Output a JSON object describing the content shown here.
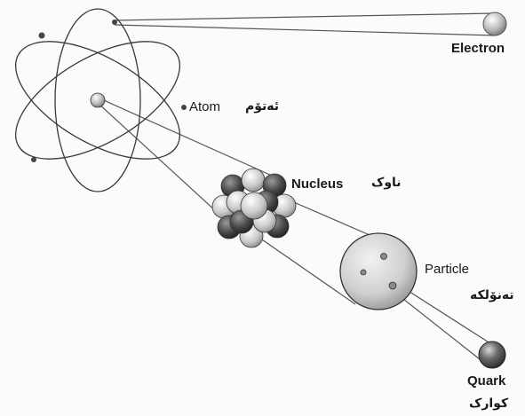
{
  "labels": {
    "electron_en": "Electron",
    "atom_en": "Atom",
    "atom_ku": "ئەتۆم",
    "nucleus_en": "Nucleus",
    "nucleus_ku": "ناوک",
    "particle_en": "Particle",
    "particle_ku": "تەنۆلکە",
    "quark_en": "Quark",
    "quark_ku": "کوارک"
  },
  "colors": {
    "background": "#fbfbfb",
    "line": "#555555",
    "text": "#1a1a1a"
  }
}
